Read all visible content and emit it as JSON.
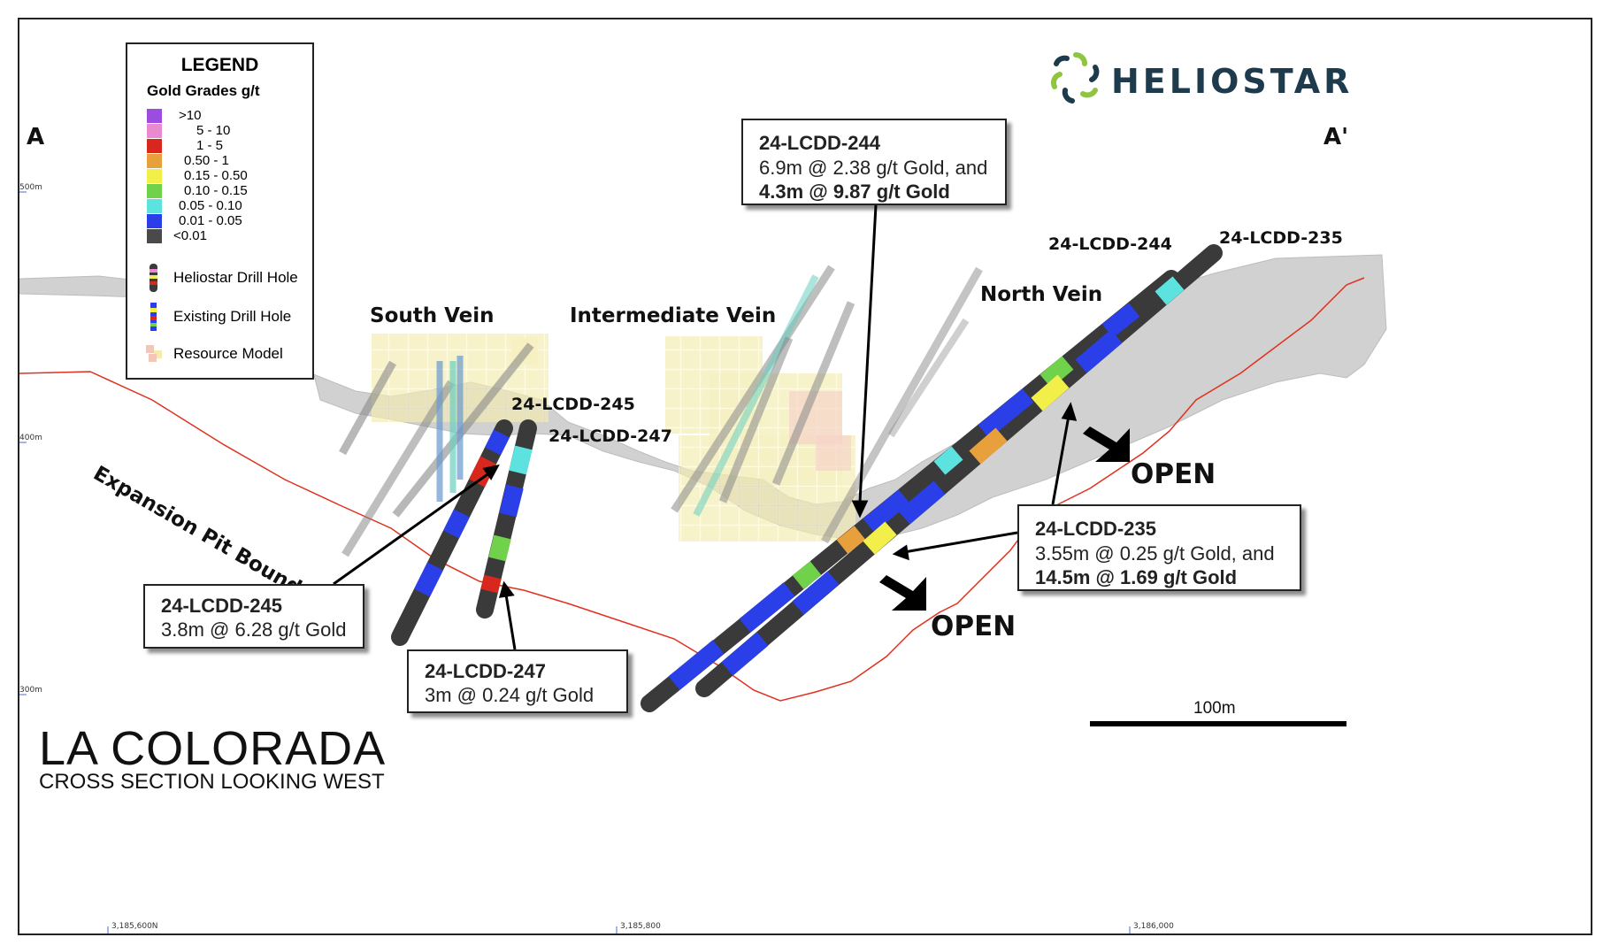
{
  "map": {
    "title": "LA COLORADA",
    "subtitle": "CROSS SECTION LOOKING WEST",
    "company": "HELIOSTAR",
    "section_start": "A",
    "section_end": "A'",
    "scale_bar": "100m",
    "elevation_labels": [
      "500m",
      "400m",
      "300m"
    ],
    "easting_labels": [
      "3,185,600N",
      "3,185,800",
      "3,186,000"
    ]
  },
  "legend": {
    "title": "LEGEND",
    "subtitle": "Gold Grades g/t",
    "grades": [
      {
        "label": ">10",
        "color": "#9c4de0"
      },
      {
        "label": "5  - 10",
        "color": "#e98ad0"
      },
      {
        "label": "1  - 5",
        "color": "#d8281e"
      },
      {
        "label": "0.50 - 1",
        "color": "#e8a03c"
      },
      {
        "label": "0.15 - 0.50",
        "color": "#f2ee4a"
      },
      {
        "label": "0.10 - 0.15",
        "color": "#6fd24a"
      },
      {
        "label": "0.05 - 0.10",
        "color": "#5ce3e0"
      },
      {
        "label": "0.01 - 0.05",
        "color": "#2a3fe8"
      },
      {
        "label": "<0.01",
        "color": "#4a4a4a"
      }
    ],
    "symbols": [
      {
        "label": "Heliostar Drill Hole",
        "icon": "heliostar-drill-hole-icon"
      },
      {
        "label": "Existing Drill Hole",
        "icon": "existing-drill-hole-icon"
      },
      {
        "label": "Resource Model",
        "icon": "resource-model-icon"
      }
    ]
  },
  "veins": {
    "south": "South Vein",
    "intermediate": "Intermediate Vein",
    "north": "North Vein"
  },
  "pit_boundary": "Expansion Pit Boundary",
  "open_labels": [
    "OPEN",
    "OPEN"
  ],
  "hole_labels": {
    "h245": "24-LCDD-245",
    "h247": "24-LCDD-247",
    "h244": "24-LCDD-244",
    "h235": "24-LCDD-235"
  },
  "callouts": {
    "c244": {
      "title": "24-LCDD-244",
      "line1": "6.9m @ 2.38 g/t Gold, and",
      "line2": "4.3m @ 9.87 g/t Gold"
    },
    "c235": {
      "title": "24-LCDD-235",
      "line1": "3.55m @ 0.25 g/t Gold, and",
      "line2": "14.5m @ 1.69 g/t Gold"
    },
    "c245": {
      "title": "24-LCDD-245",
      "line1": "3.8m @ 6.28 g/t Gold"
    },
    "c247": {
      "title": "24-LCDD-247",
      "line1": "3m @ 0.24 g/t Gold"
    }
  },
  "colors": {
    "pit_boundary": "#e0301e",
    "topography": "#b4b4b4",
    "frame": "#222222",
    "logo_text": "#1e3b4d",
    "logo_green": "#8ec63f"
  }
}
